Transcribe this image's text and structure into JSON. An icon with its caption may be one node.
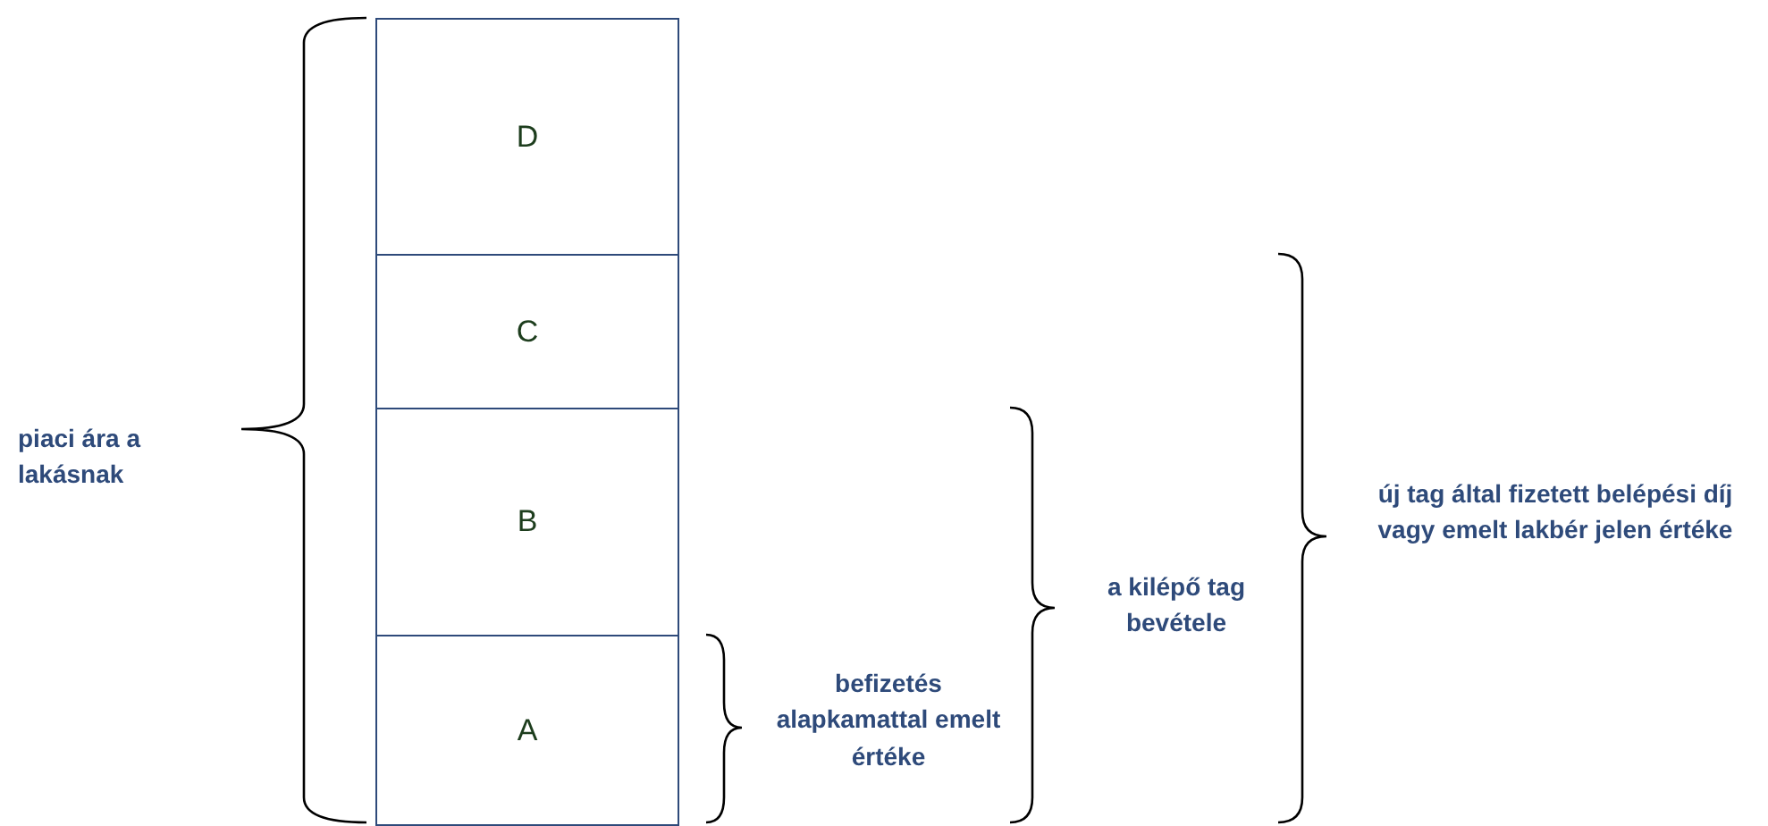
{
  "diagram": {
    "nodes": [
      {
        "text": [
          "D"
        ]
      },
      {
        "text": [
          "C"
        ]
      },
      {
        "text": [
          "B"
        ]
      },
      {
        "text": [
          "A"
        ]
      }
    ],
    "labels": [
      "piaci ára a lakásnak",
      "befizetés alapkamattal emelt értéke",
      "a kilépő tag bevétele",
      "új tag által fizetett belépési díj vagy emelt lakbér jelen értéke"
    ]
  }
}
